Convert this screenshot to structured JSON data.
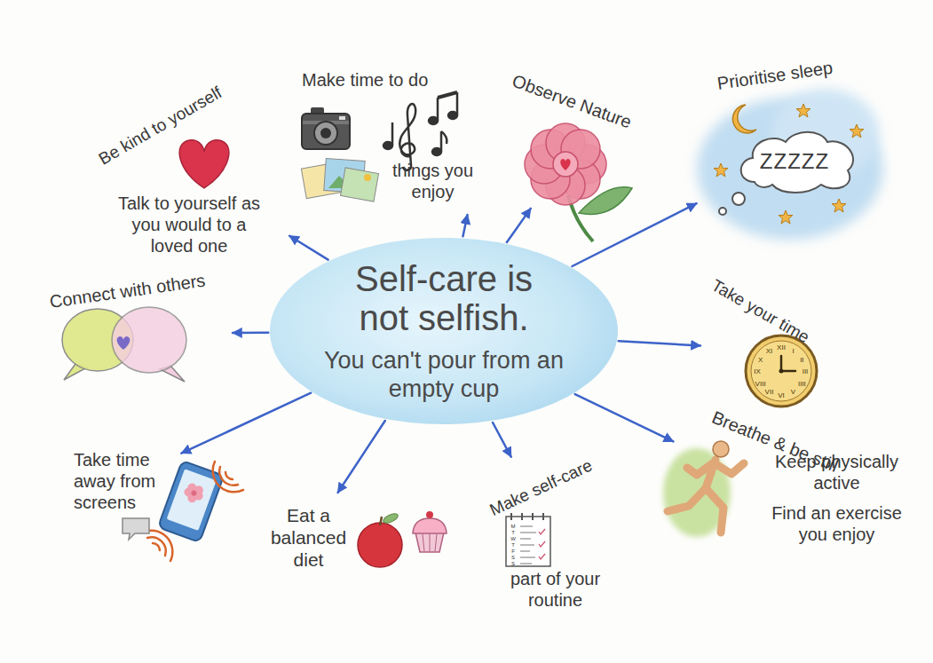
{
  "diagram": {
    "nodes": [
      {
        "text": [
          "Self-care is not selfish.",
          "You can't pour from an empty cup"
        ]
      },
      {
        "text": [
          "Be kind to yourself",
          "Talk to yourself as you would to a loved one"
        ]
      },
      {
        "text": [
          "Make time to do",
          "things you enjoy"
        ]
      },
      {
        "text": [
          "Observe Nature"
        ]
      },
      {
        "text": [
          "Prioritise sleep"
        ]
      },
      {
        "text": [
          "Take your time",
          "Breathe & be still"
        ]
      },
      {
        "text": [
          "Keep physically active",
          "Find an exercise you enjoy"
        ]
      },
      {
        "text": [
          "Make self-care",
          "part of your routine"
        ]
      },
      {
        "text": [
          "Eat a balanced diet"
        ]
      },
      {
        "text": [
          "Take time away from screens"
        ]
      },
      {
        "text": [
          "Connect with others"
        ]
      }
    ],
    "edges": [
      {
        "from": 0,
        "to": 1,
        "arrow": "to"
      },
      {
        "from": 0,
        "to": 2,
        "arrow": "to"
      },
      {
        "from": 0,
        "to": 3,
        "arrow": "to"
      },
      {
        "from": 0,
        "to": 4,
        "arrow": "to"
      },
      {
        "from": 0,
        "to": 5,
        "arrow": "to"
      },
      {
        "from": 0,
        "to": 6,
        "arrow": "to"
      },
      {
        "from": 0,
        "to": 7,
        "arrow": "to"
      },
      {
        "from": 0,
        "to": 8,
        "arrow": "to"
      },
      {
        "from": 0,
        "to": 9,
        "arrow": "to"
      },
      {
        "from": 0,
        "to": 10,
        "arrow": "to"
      }
    ],
    "labels": [
      "ZZZZZ",
      "XII",
      "I",
      "II",
      "III",
      "IIII",
      "V",
      "VI",
      "VII",
      "VIII",
      "IX",
      "X",
      "XI",
      "M",
      "T",
      "W",
      "T",
      "F",
      "S",
      "S"
    ]
  }
}
